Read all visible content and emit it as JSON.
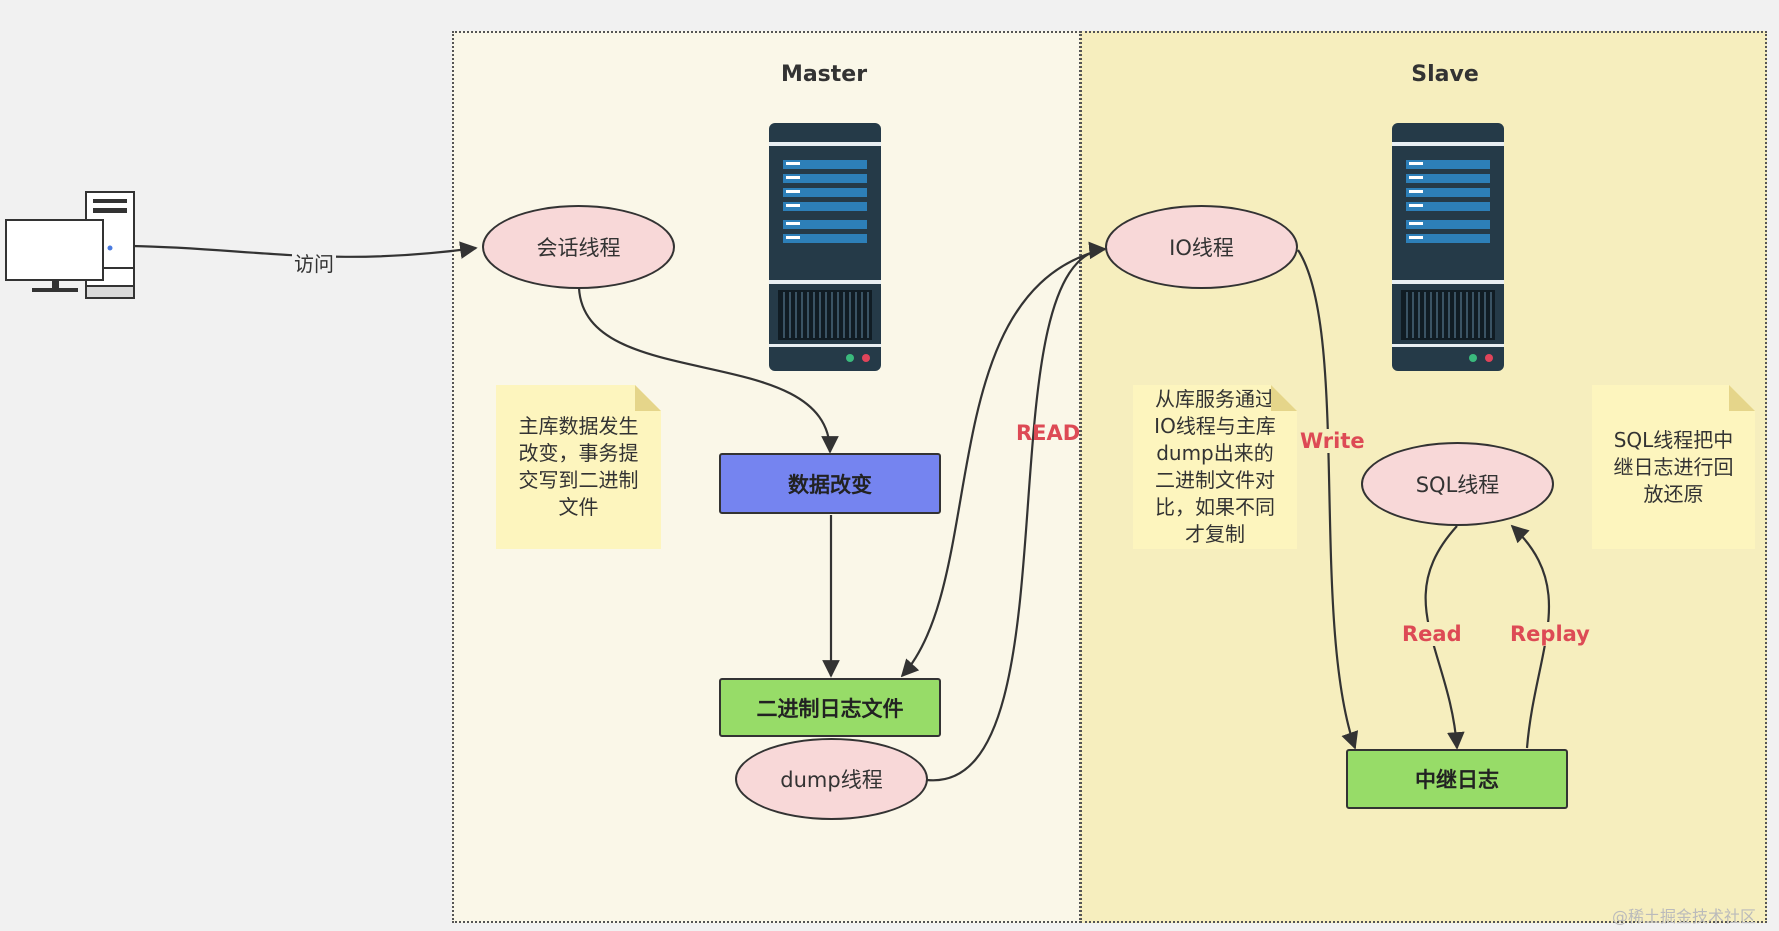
{
  "zones": {
    "master": {
      "title": "Master"
    },
    "slave": {
      "title": "Slave"
    }
  },
  "nodes": {
    "session_thread": "会话线程",
    "data_change": "数据改变",
    "binlog_file": "二进制日志文件",
    "dump_thread": "dump线程",
    "io_thread": "IO线程",
    "sql_thread": "SQL线程",
    "relay_log": "中继日志"
  },
  "notes": {
    "master_note": "主库数据发生\n改变，事务提\n交写到二进制\n文件",
    "io_note": "从库服务通过\nIO线程与主库\ndump出来的\n二进制文件对\n比，如果不同\n才复制",
    "sql_note": "SQL线程把中\n继日志进行回\n放还原"
  },
  "edge_labels": {
    "visit": "访问",
    "read_upper": "READ",
    "write": "Write",
    "read": "Read",
    "replay": "Replay"
  },
  "watermark": "@稀土掘金技术社区",
  "colors": {
    "ellipse_fill": "#f8d8d8",
    "data_change_fill": "#7584f0",
    "log_box_fill": "#97dc68",
    "note_fill": "#fdf5be",
    "edge_label": "#dd4a55",
    "master_zone": "#faf7e8",
    "slave_zone": "#f6eebe"
  },
  "icons": [
    "computer-icon",
    "master-server-icon",
    "slave-server-icon"
  ]
}
